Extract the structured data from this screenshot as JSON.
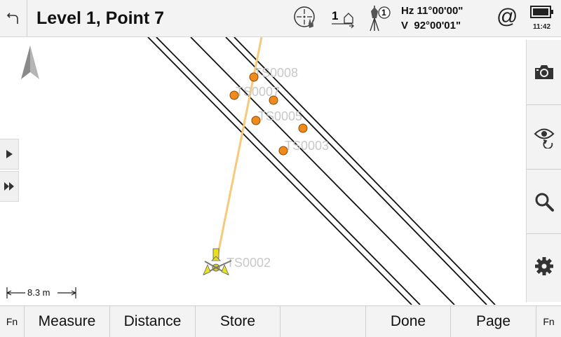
{
  "header": {
    "title": "Level 1, Point 7",
    "station_setup": "1",
    "hz_label": "Hz",
    "hz_value": "11°00'00\"",
    "v_label": "V",
    "v_value": "92°00'01\"",
    "target_number": "1",
    "time": "11:42"
  },
  "map": {
    "points": [
      {
        "id": "TS0008",
        "label": "TS0008"
      },
      {
        "id": "TS0007",
        "label": "TS0007"
      },
      {
        "id": "TS0005",
        "label": "TS0005"
      },
      {
        "id": "TS0003",
        "label": "TS0003"
      },
      {
        "id": "TS0002",
        "label": "TS0002"
      }
    ],
    "scale_label": "8.3 m",
    "point_color": "#f08a1c",
    "line_of_sight_color": "#f7c97a"
  },
  "sidebar": {
    "icons": [
      "camera-icon",
      "eye-refresh-icon",
      "search-icon",
      "gear-icon"
    ]
  },
  "softkeys": {
    "fn_left": "Fn",
    "measure": "Measure",
    "distance": "Distance",
    "store": "Store",
    "empty": "",
    "done": "Done",
    "page": "Page",
    "fn_right": "Fn"
  }
}
